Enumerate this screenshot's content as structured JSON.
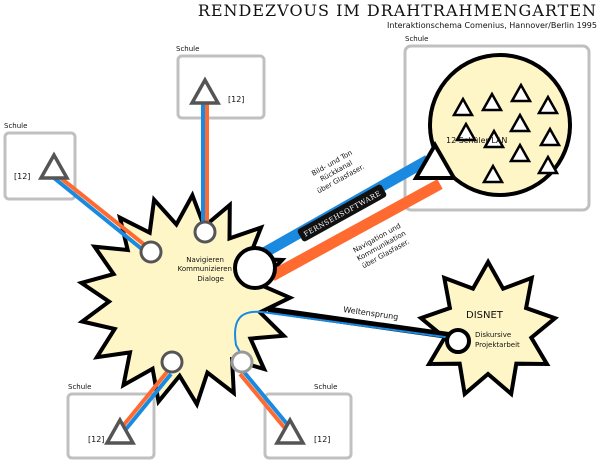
{
  "title": "RENDEZVOUS IM DRAHTRAHMENGARTEN",
  "subtitle": "Interaktionschema Comenius, Hannover/Berlin 1995",
  "schools": [
    {
      "label": "Schule",
      "count": "[12]"
    },
    {
      "label": "Schule",
      "count": "[12]"
    },
    {
      "label": "Schule",
      "count": "[12]"
    },
    {
      "label": "Schule",
      "count": "[12]"
    }
  ],
  "lan": {
    "label": "Schule",
    "text": "12 Schüler LAN"
  },
  "center": {
    "lines": [
      "Navigieren",
      "Kommunizieren",
      "Dialoge"
    ]
  },
  "disnet": {
    "title": "DISNET",
    "lines": [
      "Diskursive",
      "Projektarbeit"
    ]
  },
  "links": {
    "back_channel": [
      "Bild- und Ton",
      "Rückkanal",
      "über Glasfaser."
    ],
    "software": "FERNSEHSOFTWARE",
    "navigation": [
      "Navigation und",
      "Kommunikation",
      "über Glasfaser."
    ],
    "jump": "Weltensprung"
  },
  "colors": {
    "blue": "#1a8ae0",
    "orange": "#ff6a30",
    "star_fill": "#fff6c8",
    "box": "#bdbdbd"
  }
}
